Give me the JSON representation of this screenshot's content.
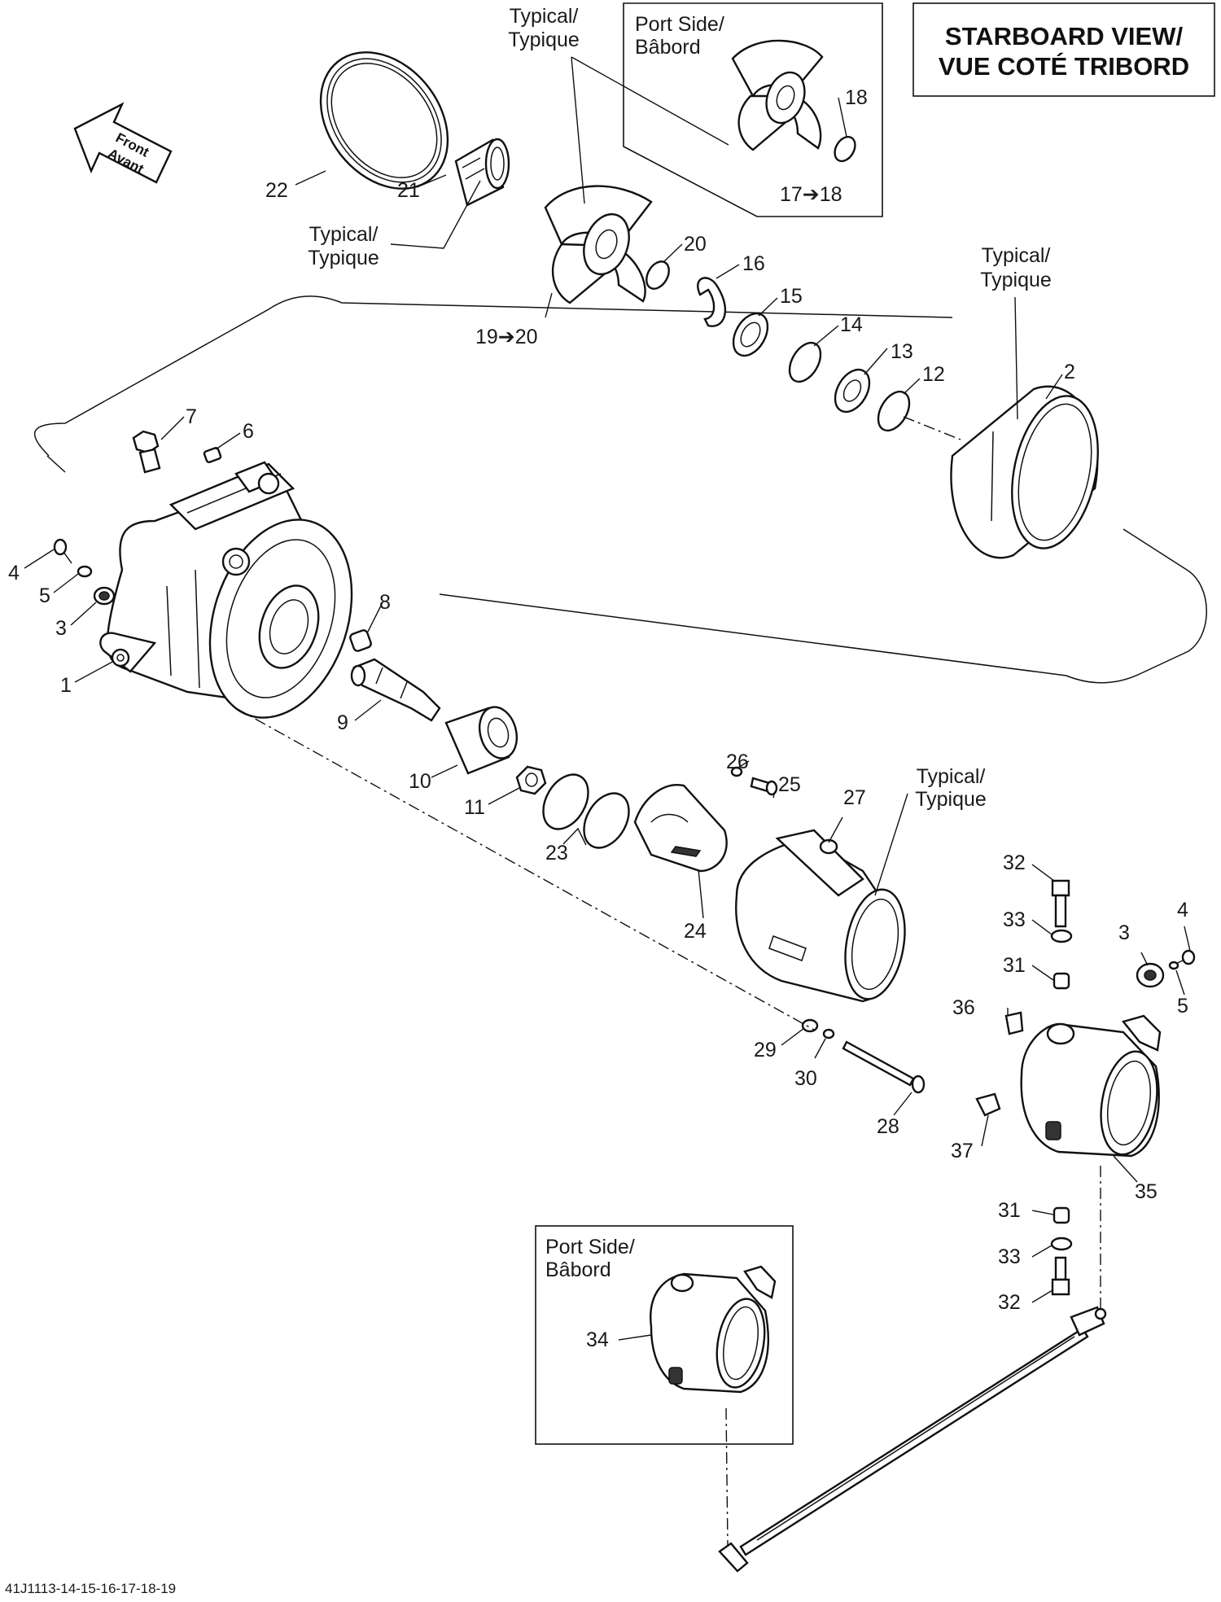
{
  "title": {
    "line1": "STARBOARD VIEW/",
    "line2": "VUE COTÉ TRIBORD"
  },
  "direction_arrow": {
    "line1": "Front",
    "line2": "Avant"
  },
  "notes": {
    "typical_line1": "Typical/",
    "typical_line2": "Typique",
    "port_side_line1": "Port Side/",
    "port_side_line2": "Bâbord"
  },
  "drawing_code": "41J1113-14-15-16-17-18-19",
  "callouts": {
    "c1": "1",
    "c2": "2",
    "c3": "3",
    "c4": "4",
    "c5": "5",
    "c6": "6",
    "c7": "7",
    "c8": "8",
    "c9": "9",
    "c10": "10",
    "c11": "11",
    "c12": "12",
    "c13": "13",
    "c14": "14",
    "c15": "15",
    "c16": "16",
    "c17to18": "17➔18",
    "c18": "18",
    "c19to20": "19➔20",
    "c20": "20",
    "c21": "21",
    "c22": "22",
    "c23": "23",
    "c24": "24",
    "c25": "25",
    "c26": "26",
    "c27": "27",
    "c28": "28",
    "c29": "29",
    "c30": "30",
    "c31": "31",
    "c32": "32",
    "c33": "33",
    "c34": "34",
    "c35": "35",
    "c36": "36",
    "c37": "37"
  }
}
